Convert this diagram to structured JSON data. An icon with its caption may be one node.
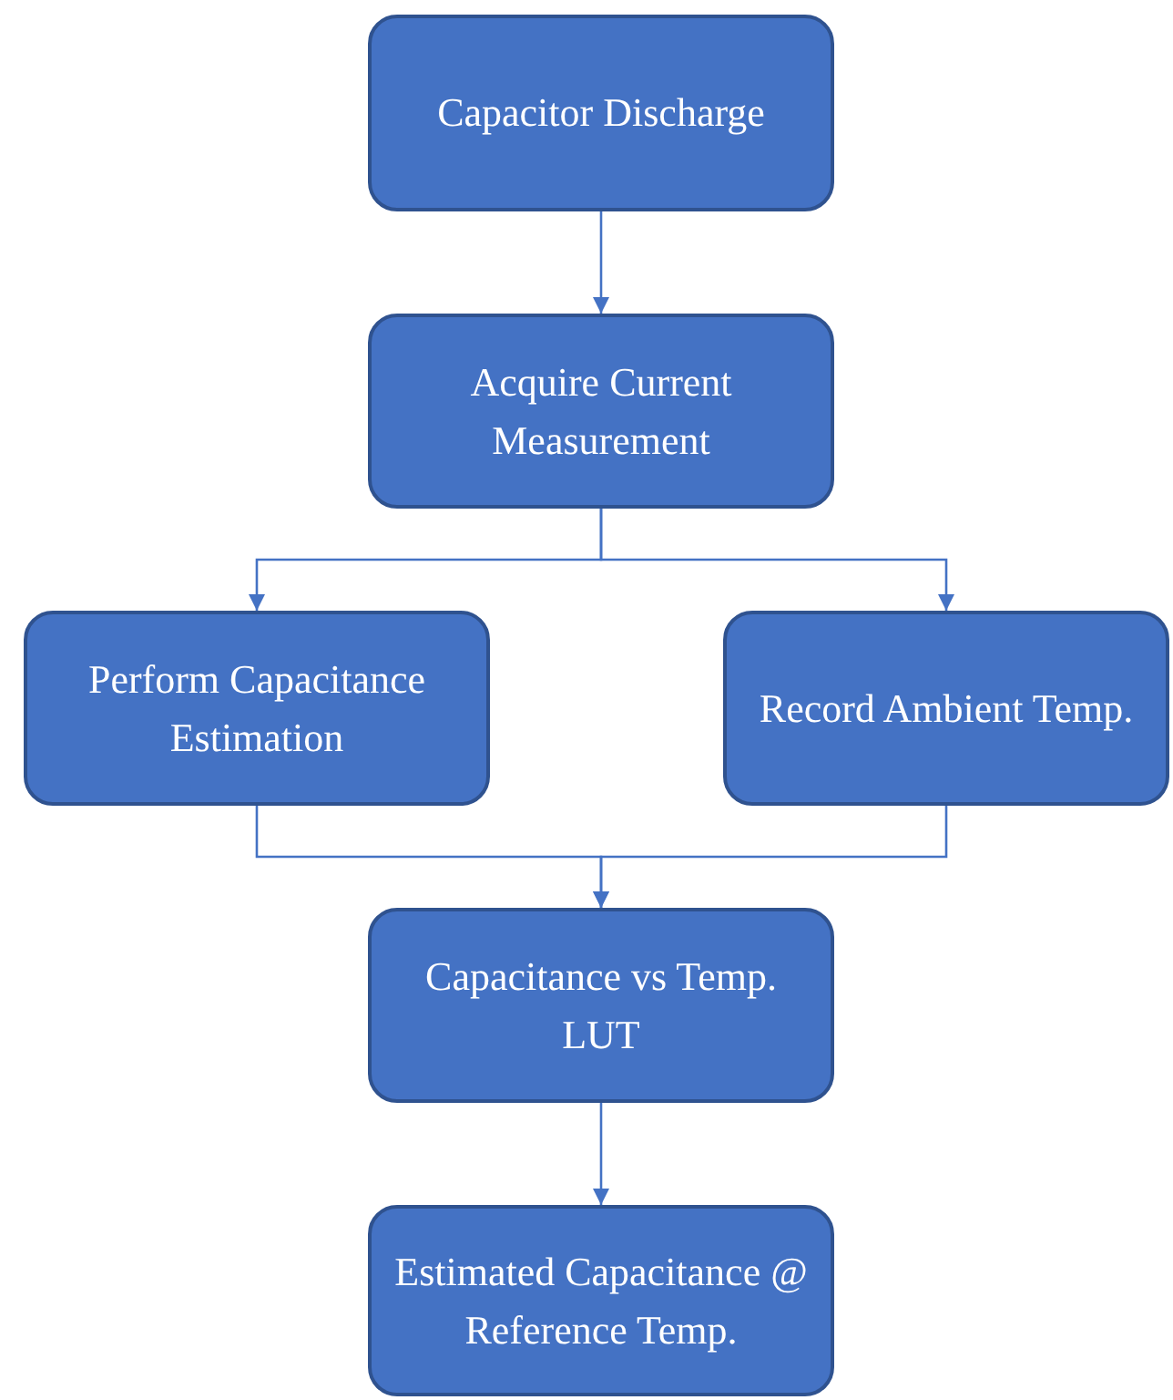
{
  "diagram": {
    "nodes": [
      {
        "text": [
          "Capacitor Discharge"
        ]
      },
      {
        "text": [
          "Acquire Current Measurement"
        ]
      },
      {
        "text": [
          "Perform Capacitance Estimation"
        ]
      },
      {
        "text": [
          "Record Ambient Temp."
        ]
      },
      {
        "text": [
          "Capacitance vs Temp. LUT"
        ]
      },
      {
        "text": [
          "Estimated Capacitance @ Reference Temp."
        ]
      }
    ],
    "edges": [
      {
        "from": 0,
        "to": 1,
        "arrow": "to"
      },
      {
        "from": 1,
        "to": 2,
        "arrow": "to"
      },
      {
        "from": 1,
        "to": 3,
        "arrow": "to"
      },
      {
        "from": 2,
        "to": 4,
        "arrow": "to"
      },
      {
        "from": 3,
        "to": 4,
        "arrow": "to"
      },
      {
        "from": 4,
        "to": 5,
        "arrow": "to"
      }
    ]
  }
}
